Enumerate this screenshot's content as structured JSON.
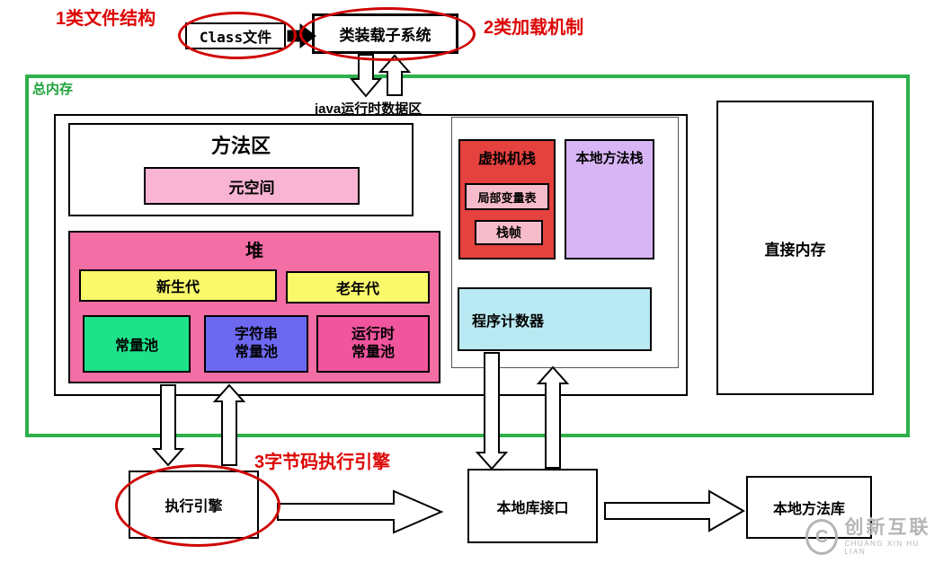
{
  "annotations": {
    "file_structure": "1类文件结构",
    "load_mechanism": "2类加载机制",
    "bytecode_engine": "3字节码执行引擎"
  },
  "top": {
    "class_file": "Class文件",
    "class_loader": "类装载子系统"
  },
  "memory": {
    "total": "总内存",
    "runtime_area": "java运行时数据区",
    "direct_memory": "直接内存"
  },
  "method_area": {
    "title": "方法区",
    "metaspace": "元空间"
  },
  "heap": {
    "title": "堆",
    "young": "新生代",
    "old": "老年代",
    "constant_pool": "常量池",
    "string_pool": "字符串\n常量池",
    "runtime_pool": "运行时\n常量池"
  },
  "stacks": {
    "vm_stack": "虚拟机栈",
    "local_var_table": "局部变量表",
    "stack_frame": "栈帧",
    "native_stack": "本地方法栈",
    "program_counter": "程序计数器"
  },
  "bottom": {
    "execution_engine": "执行引擎",
    "native_interface": "本地库接口",
    "native_library": "本地方法库"
  },
  "watermark": {
    "icon": "C",
    "name": "创新互联",
    "sub": "CHUANG XIN HU LIAN"
  },
  "colors": {
    "annotation_red": "#dd0606",
    "ellipse_red": "#cf0404",
    "green_border": "#2eb04b",
    "heap_pink": "#f26ea4",
    "metaspace_pink": "#f8b4d2",
    "yellow": "#f9f96b",
    "pool_green": "#1ee28a",
    "pool_blue": "#6c68f0",
    "pool_pink": "#f0559e",
    "vm_stack_red": "#e5413e",
    "inner_pink": "#f7bccb",
    "native_stack_purple": "#d8b6f6",
    "program_counter_cyan": "#b9e9f2",
    "watermark_gray": "#b5b5b5"
  }
}
